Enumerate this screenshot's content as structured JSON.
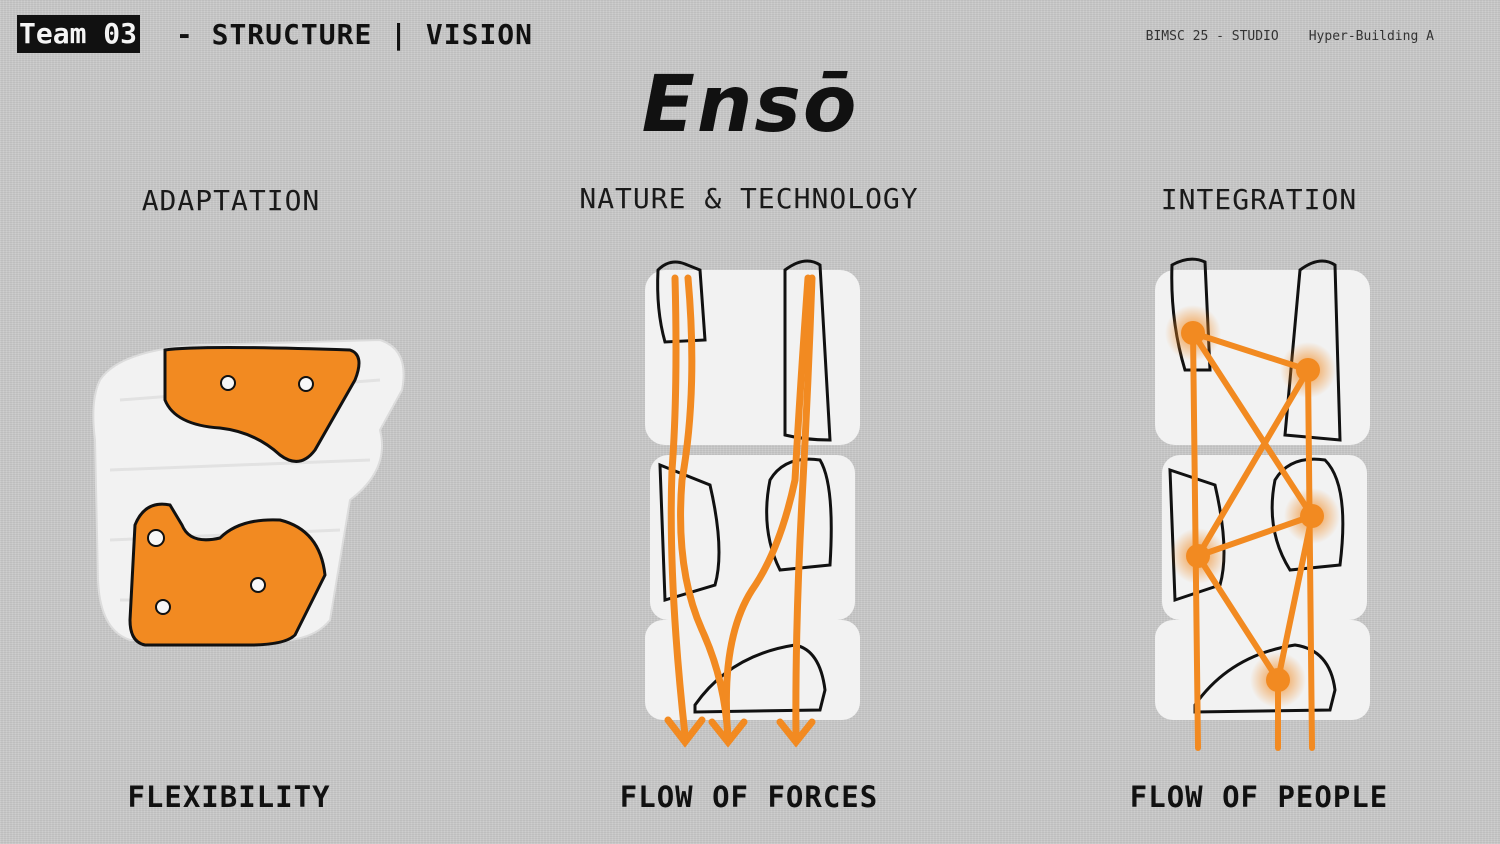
{
  "header": {
    "team_label": "Team 03",
    "title_rest": " - STRUCTURE | VISION"
  },
  "meta": {
    "studio": "BIMSC 25 - STUDIO",
    "project": "Hyper-Building A"
  },
  "title": "Ensō",
  "columns": [
    {
      "heading": "ADAPTATION",
      "caption": "FLEXIBILITY"
    },
    {
      "heading": "NATURE & TECHNOLOGY",
      "caption": "FLOW OF FORCES"
    },
    {
      "heading": "INTEGRATION",
      "caption": "FLOW OF PEOPLE"
    }
  ],
  "colors": {
    "background": "#c9c9c9",
    "accent": "#f28a21",
    "ink": "#111111",
    "model": "#f2f2f2"
  }
}
